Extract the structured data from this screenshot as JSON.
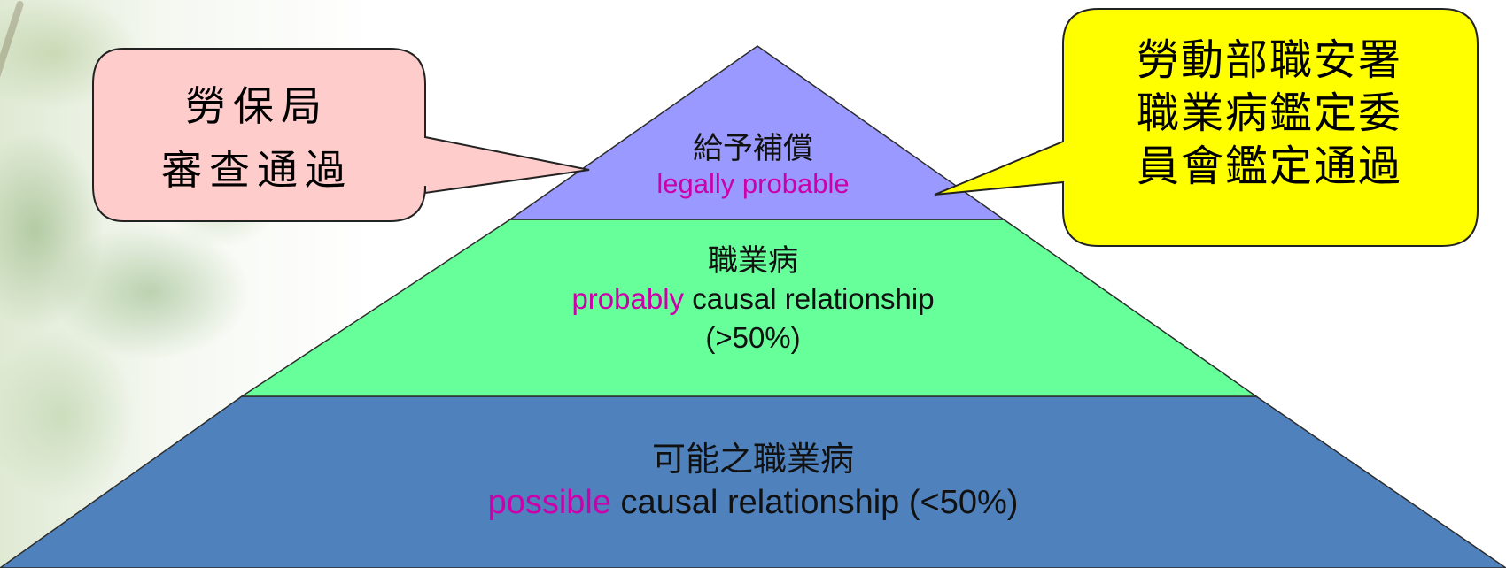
{
  "pyramid": {
    "top_tier": {
      "zh": "給予補償",
      "en_accent": "legally probable",
      "en_plain": ""
    },
    "middle_tier": {
      "zh": "職業病",
      "en_accent": "probably",
      "en_plain": " causal relationship",
      "threshold": "(>50%)"
    },
    "bottom_tier": {
      "zh": "可能之職業病",
      "en_accent": "possible",
      "en_plain": " causal relationship (<50%)"
    }
  },
  "callouts": {
    "left": {
      "lines": [
        "勞保局",
        "審查通過"
      ]
    },
    "right": {
      "lines": [
        "勞動部職安署",
        "職業病鑑定委",
        "員會鑑定通過"
      ]
    }
  },
  "colors": {
    "top_tier": "#9999ff",
    "middle_tier": "#66ff99",
    "bottom_tier": "#4f81bd",
    "left_callout": "#ffcccc",
    "right_callout": "#ffff00",
    "accent_text": "#cc00aa"
  }
}
